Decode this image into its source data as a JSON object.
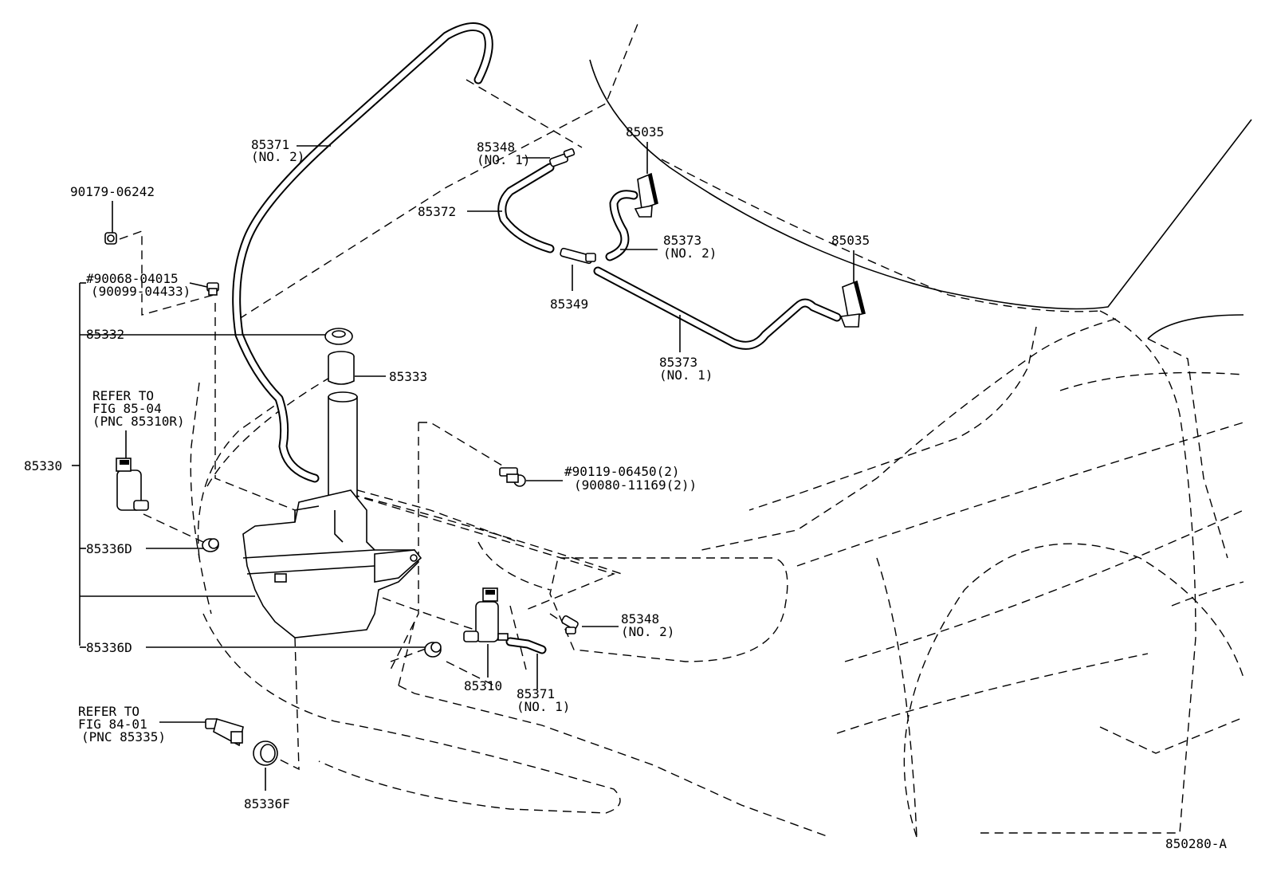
{
  "labels": {
    "p85371_no2": "85371",
    "p85371_no2_sub": "(NO. 2)",
    "p90179": "90179-06242",
    "p90068": "#90068-04015",
    "p90099": "(90099-04433)",
    "p85332": "85332",
    "p85333": "85333",
    "refer1_line1": "REFER TO",
    "refer1_line2": "FIG 85-04",
    "refer1_line3": "(PNC 85310R)",
    "p85330": "85330",
    "p85336d_a": "85336D",
    "p85336d_b": "85336D",
    "refer2_line1": "REFER TO",
    "refer2_line2": "FIG 84-01",
    "refer2_line3": "(PNC 85335)",
    "p85336f": "85336F",
    "p85348_no1": "85348",
    "p85348_no1_sub": "(NO. 1)",
    "p85372": "85372",
    "p85349": "85349",
    "p85035_a": "85035",
    "p85035_b": "85035",
    "p85373_no2": "85373",
    "p85373_no2_sub": "(NO. 2)",
    "p85373_no1": "85373",
    "p85373_no1_sub": "(NO. 1)",
    "p90119": "#90119-06450(2)",
    "p90080": "(90080-11169(2))",
    "p85348_no2": "85348",
    "p85348_no2_sub": "(NO. 2)",
    "p85310": "85310",
    "p85371_no1": "85371",
    "p85371_no1_sub": "(NO. 1)",
    "figure_code": "850280-A"
  }
}
